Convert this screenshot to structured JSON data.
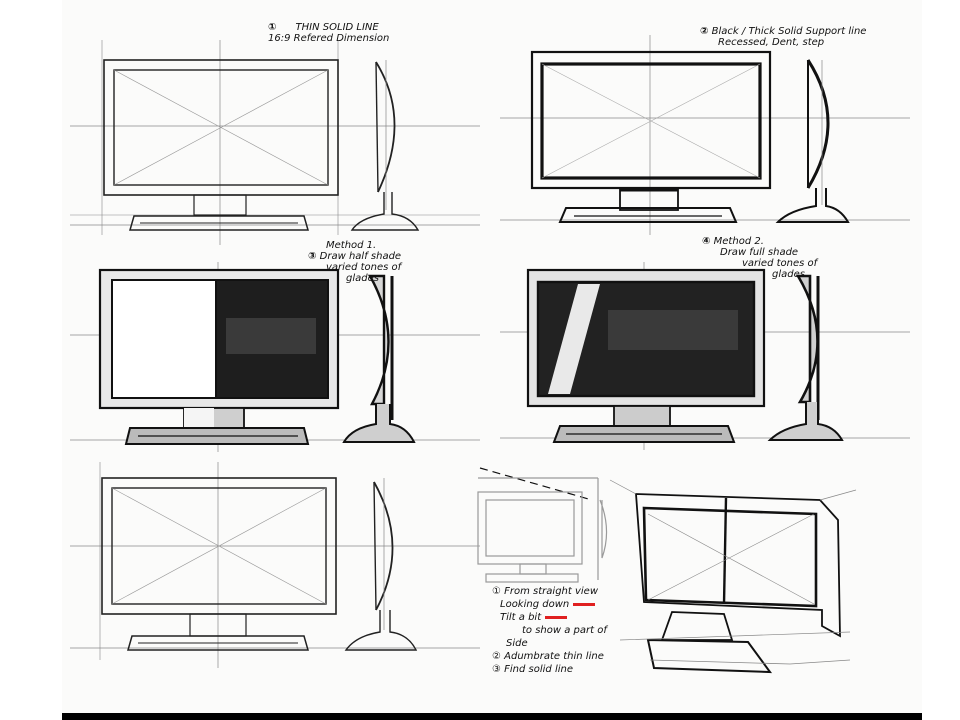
{
  "colors": {
    "ink": "#111111",
    "shade": "#1e1e1e",
    "grey_line": "#9a9a9a",
    "accent_red": "#e02020",
    "paper": "#fbfbfa"
  },
  "notes": {
    "n1": {
      "num": "①",
      "line1": "THIN SOLID LINE",
      "line2": "16:9  Refered Dimension"
    },
    "n2": {
      "num": "②",
      "line1": "Black / Thick Solid Support line",
      "line2": "Recessed, Dent, step"
    },
    "n3": {
      "num": "③",
      "line1": "Method 1.",
      "line2": "Draw half shade",
      "line3": "varied tones of",
      "line4": "glades"
    },
    "n4": {
      "num": "④",
      "line1": "Method 2.",
      "line2": "Draw full shade",
      "line3": "varied tones of",
      "line4": "glades"
    }
  },
  "steps": {
    "s1": "① From straight view",
    "s1a": "Looking down",
    "s1b": "Tilt a bit",
    "s1c": "to show a part of",
    "s1d": "Side",
    "s2": "② Adumbrate thin line",
    "s3": "③ Find solid line"
  }
}
